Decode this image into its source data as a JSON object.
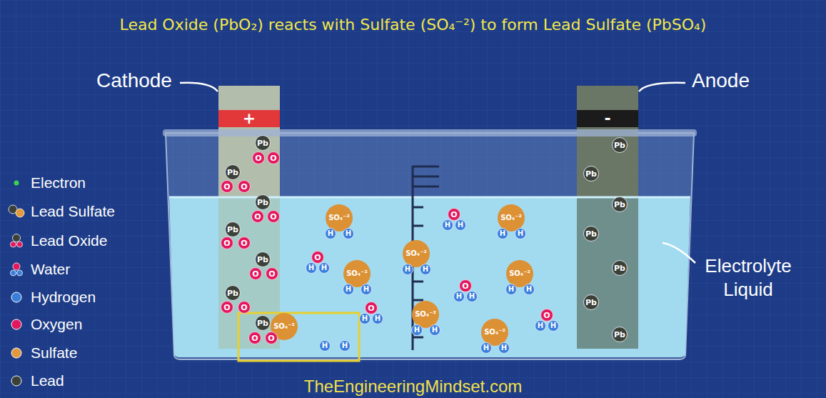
{
  "diagram": {
    "title": "Lead Oxide (PbO₂) reacts with Sulfate (SO₄⁻²) to form Lead Sulfate (PbSO₄)",
    "nodes": [
      {
        "text": [
          "+"
        ]
      },
      {
        "text": [
          "-"
        ]
      },
      {
        "text": [
          "Pb"
        ]
      },
      {
        "text": [
          "O"
        ]
      },
      {
        "text": [
          "O"
        ]
      },
      {
        "text": [
          "Pb"
        ]
      },
      {
        "text": [
          "O"
        ]
      },
      {
        "text": [
          "O"
        ]
      },
      {
        "text": [
          "Pb"
        ]
      },
      {
        "text": [
          "O"
        ]
      },
      {
        "text": [
          "O"
        ]
      },
      {
        "text": [
          "Pb"
        ]
      },
      {
        "text": [
          "O"
        ]
      },
      {
        "text": [
          "O"
        ]
      },
      {
        "text": [
          "Pb"
        ]
      },
      {
        "text": [
          "O"
        ]
      },
      {
        "text": [
          "O"
        ]
      },
      {
        "text": [
          "Pb"
        ]
      },
      {
        "text": [
          "O"
        ]
      },
      {
        "text": [
          "O"
        ]
      },
      {
        "text": [
          "Pb"
        ]
      },
      {
        "text": [
          "SO₄⁻²"
        ]
      },
      {
        "text": [
          "O"
        ]
      },
      {
        "text": [
          "O"
        ]
      },
      {
        "text": [
          "H"
        ]
      },
      {
        "text": [
          "H"
        ]
      },
      {
        "text": [
          "O"
        ]
      },
      {
        "text": [
          "H"
        ]
      },
      {
        "text": [
          "H"
        ]
      },
      {
        "text": [
          "SO₄⁻²"
        ]
      },
      {
        "text": [
          "H"
        ]
      },
      {
        "text": [
          "H"
        ]
      },
      {
        "text": [
          "SO₄⁻²"
        ]
      },
      {
        "text": [
          "H"
        ]
      },
      {
        "text": [
          "H"
        ]
      },
      {
        "text": [
          "SO₄⁻²"
        ]
      },
      {
        "text": [
          "H"
        ]
      },
      {
        "text": [
          "H"
        ]
      },
      {
        "text": [
          "O"
        ]
      },
      {
        "text": [
          "H"
        ]
      },
      {
        "text": [
          "H"
        ]
      },
      {
        "text": [
          "SO₄⁻²"
        ]
      },
      {
        "text": [
          "H"
        ]
      },
      {
        "text": [
          "H"
        ]
      },
      {
        "text": [
          "SO₄⁻²"
        ]
      },
      {
        "text": [
          "H"
        ]
      },
      {
        "text": [
          "H"
        ]
      },
      {
        "text": [
          "O"
        ]
      },
      {
        "text": [
          "H"
        ]
      },
      {
        "text": [
          "H"
        ]
      },
      {
        "text": [
          "O"
        ]
      },
      {
        "text": [
          "H"
        ]
      },
      {
        "text": [
          "H"
        ]
      },
      {
        "text": [
          "SO₄⁻²"
        ]
      },
      {
        "text": [
          "H"
        ]
      },
      {
        "text": [
          "H"
        ]
      },
      {
        "text": [
          "O"
        ]
      },
      {
        "text": [
          "H"
        ]
      },
      {
        "text": [
          "H"
        ]
      },
      {
        "text": [
          "SO₄⁻²"
        ]
      },
      {
        "text": [
          "H"
        ]
      },
      {
        "text": [
          "H"
        ]
      },
      {
        "text": [
          "Pb"
        ]
      },
      {
        "text": [
          "Pb"
        ]
      },
      {
        "text": [
          "Pb"
        ]
      },
      {
        "text": [
          "Pb"
        ]
      },
      {
        "text": [
          "Pb"
        ]
      },
      {
        "text": [
          "Pb"
        ]
      },
      {
        "text": [
          "Pb"
        ]
      }
    ],
    "labels": [
      "Cathode",
      "Anode",
      "Electrolyte Liquid",
      "TheEngineeringMindset.com"
    ],
    "legend": [
      {
        "text": "Electron",
        "color": "#39d353"
      },
      {
        "text": "Lead Sulfate"
      },
      {
        "text": "Lead Oxide"
      },
      {
        "text": "Water"
      },
      {
        "text": "Hydrogen",
        "color": "#3a7fdc"
      },
      {
        "text": "Oxygen",
        "color": "#e2175e"
      },
      {
        "text": "Sulfate",
        "color": "#e39a3f"
      },
      {
        "text": "Lead",
        "color": "#3b4039"
      }
    ]
  }
}
